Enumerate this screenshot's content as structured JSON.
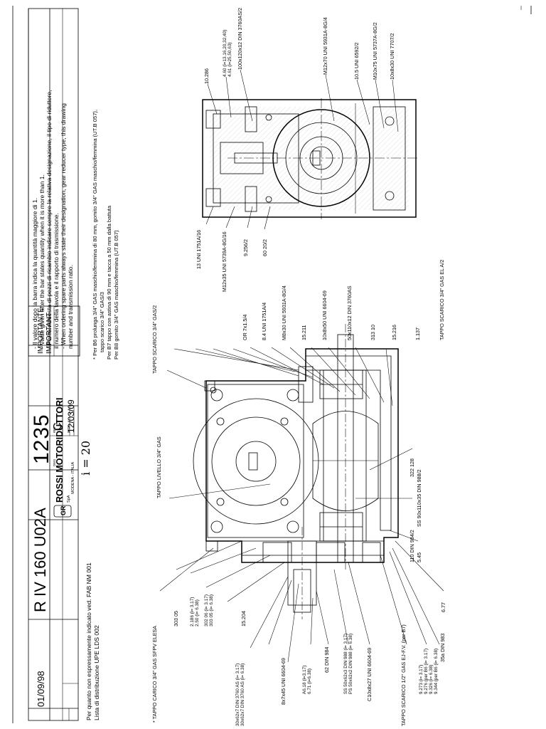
{
  "title_block": {
    "model": "R IV 160 U02A",
    "drawing_number": "1235",
    "date_left": "01/09/98",
    "date_right": "12/03/09",
    "revision": "C",
    "brand": "ROSSI MOTORIDUTTORI",
    "brand_company": "SpA",
    "brand_city": "MODENA - ITALIA",
    "brand_logo": "GR"
  },
  "handwritten": "i = 20",
  "footer_notes": [
    "Per quanto non espressamente indicato ved. FAB NM 001",
    "Lista di distribuzione UPE LDS 002"
  ],
  "important": {
    "heading_it": "IMPORTANTE",
    "heading_en": "IMPORTANT",
    "lines": [
      "- Il valore dopo la barra indica la quantità maggiore di 1.",
      "- Value given after the bar states quantity when it is more than 1.",
      "- Per la richiesta di pezzi di ricambio indicare sempre la relativa designazione, il tipo di riduttore,",
      "  il numero della tavola e il rapporto di trasmissione.",
      "- When ordering spare parts always state their designation, gear reducer type, this drawing",
      "  number and transmission ratio."
    ]
  },
  "star_notes": [
    "* Per B6 prolunga 3/4\" GAS maschio/femmina di 80 mm, gomito 3/4\" GAS maschio/femmina (UT.B 057),",
    "  tappo scarico 3/4\" GAS/3",
    "  Per B7 tappo con astina di 90 mm e tacca a 50 mm dalla battuta",
    "  Per B8 gomito 3/4\" GAS maschio/femmina (UT.B 057)"
  ],
  "right_view_labels": [
    "10.286",
    "4.60 (i=13.16,20,32,40)",
    "4.61 (i=25,50,63)",
    "100x120x12 DIN 3760AS/2",
    "M12x70 UNI 5931A-8G/4",
    "10.5 UNI 6592/2",
    "M10x75 UNI 5737A-8G/2",
    "10x8x30 UNI 7707/2",
    "13 UNI 1751A/16",
    "M12x35 UNI 5739A-8G/16",
    "9.256/2",
    "60 20/2"
  ],
  "main_view_top_labels": [
    "TAPPO SCARICO 3/4\" GAS/2",
    "OR 7x1.5/4",
    "8.4 UNI 1751A/4",
    "M8x30 UNI 5931A-8G/4",
    "15.211",
    "10x8x50 UNI 6604-69",
    "50x110x12 DIN 3760AS",
    "313 10",
    "15.216",
    "1.137",
    "TAPPO SCARICO 3/4\" GAS EL A/2",
    "TAPPO LIVELLO 3/4\" GAS"
  ],
  "main_view_bottom_labels": [
    "* TAPPO CARICO 3/4\" GAS SFPV ELESA",
    "303 05",
    "2.186 (i= 3.17)",
    "2.50 (i= 6.38)",
    "302 06 (i= 3.17)",
    "303 05 (i= 6.38)",
    "15.204",
    "30x62x7 DIN 3760 AS (i= 3.17)",
    "30x62x7 DIN 3760 AS (i= 6.38)",
    "8x7x45 UNI 6604-69",
    "A6.18 (i=3.17)",
    "6.71 (i=6.38)",
    "62 DIN 984",
    "SS 50x62x3 DIN 988 (i= 3.17)",
    "PS 50x62x2 DIN 988 (i= 6.38)",
    "C10x8x27 UNI 6604-69",
    "TAPPO SCARICO 1/2\" GAS EJ-F.V. (per B7)",
    "9.273 (i= 3.17)",
    "9.276 (per B6 (i= 3.17)",
    "9.326 (i= 6.38)",
    "9.344 (per B6 (i= 6.38)",
    "35a DIN 983",
    "6.77",
    "5.45",
    "110 DIN 984/2",
    "SS 90x110x35 DIN 988/2",
    "322 128"
  ]
}
